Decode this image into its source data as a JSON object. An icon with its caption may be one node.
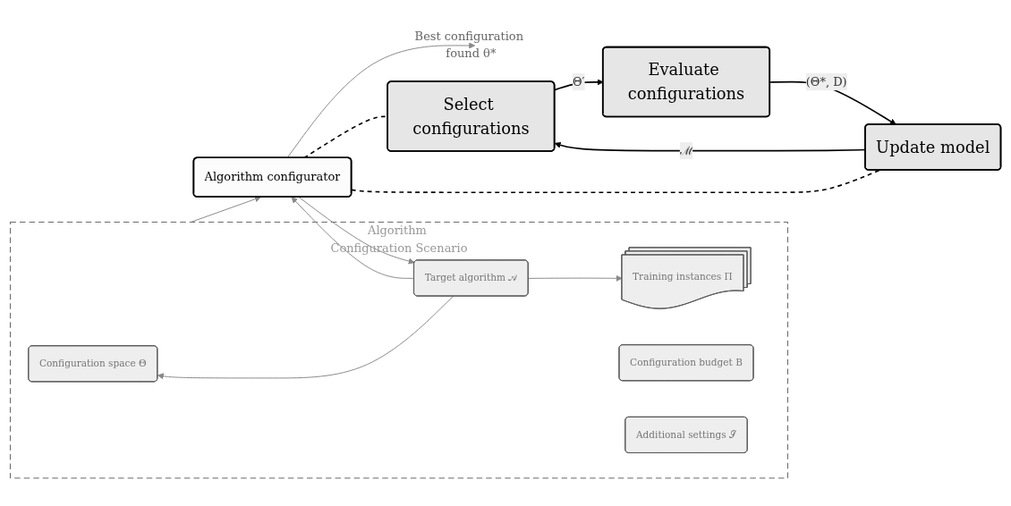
{
  "diagram": {
    "nodes": [
      {
        "text": [
          "Algorithm Configuration Scenario"
        ]
      },
      {
        "text": [
          "Configuration space Θ"
        ],
        "in": 0
      },
      {
        "text": [
          "Target algorithm 𝒜"
        ],
        "in": 0
      },
      {
        "text": [
          "Training instances Π"
        ],
        "in": 0
      },
      {
        "text": [
          "Configuration budget B"
        ],
        "in": 0
      },
      {
        "text": [
          "Additional settings 𝒮"
        ],
        "in": 0
      },
      {
        "text": [
          "Algorithm configurator"
        ]
      },
      {
        "text": [
          "Best configuration found θ*"
        ]
      },
      {
        "text": [
          "Select configurations"
        ]
      },
      {
        "text": [
          "Evaluate configurations"
        ]
      },
      {
        "text": [
          "Update model"
        ]
      }
    ],
    "edges": [
      {
        "from": 0,
        "to": 6,
        "arrow": "to"
      },
      {
        "from": 2,
        "to": 1,
        "arrow": "to"
      },
      {
        "from": 2,
        "to": 3,
        "arrow": "to"
      },
      {
        "from": 6,
        "to": 2,
        "arrow": "to"
      },
      {
        "from": 2,
        "to": 6,
        "arrow": "to"
      },
      {
        "from": 6,
        "to": 7,
        "arrow": "to"
      },
      {
        "from": 6,
        "to": 8,
        "arrow": "none",
        "style": "dashed",
        "color": "#000000"
      },
      {
        "from": 6,
        "to": 10,
        "arrow": "none",
        "style": "dashed",
        "color": "#000000"
      },
      {
        "from": 8,
        "to": 9,
        "arrow": "to",
        "label": "Θ′",
        "color": "#000000"
      },
      {
        "from": 9,
        "to": 10,
        "arrow": "to",
        "label": "(Θ*, D)",
        "color": "#000000"
      },
      {
        "from": 10,
        "to": 8,
        "arrow": "to",
        "label": "ℳ",
        "color": "#000000"
      }
    ]
  }
}
